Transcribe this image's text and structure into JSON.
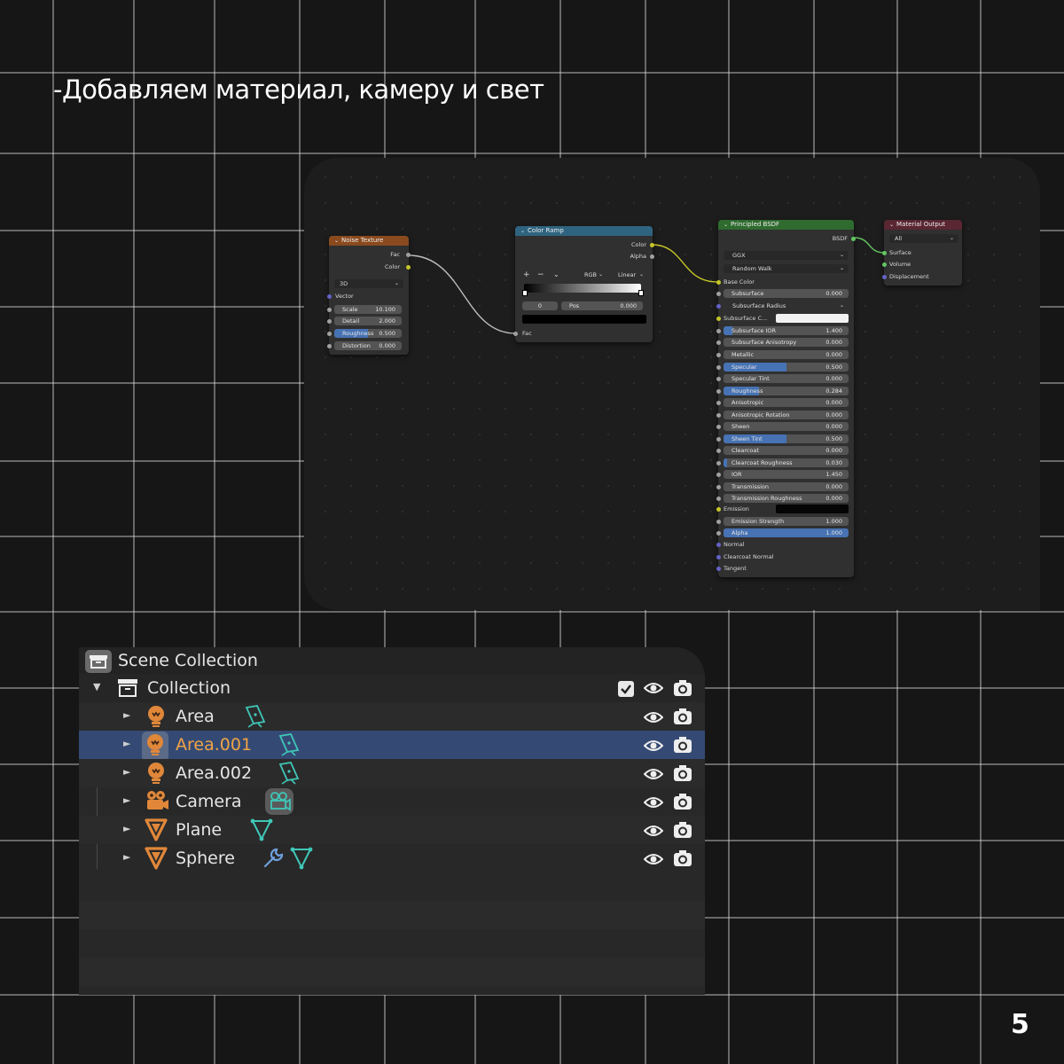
{
  "slide": {
    "title": "-Добавляем материал, камеру и свет",
    "page_number": "5"
  },
  "colors": {
    "background": "#161616",
    "grid_line": "#d8d8d8",
    "noise_header": "#8a4a1e",
    "color_ramp_header": "#2f6480",
    "principled_header": "#2f6b2f",
    "output_header": "#5a2632",
    "selection": "#344a74",
    "active_text": "#f0a345",
    "slider_fill": "#4772b3"
  },
  "noise_texture": {
    "title": "Noise Texture",
    "out_fac": "Fac",
    "out_color": "Color",
    "dimensions": "3D",
    "in_vector": "Vector",
    "scale_label": "Scale",
    "scale_value": "10.100",
    "detail_label": "Detail",
    "detail_value": "2.000",
    "roughness_label": "Roughness",
    "roughness_value": "0.500",
    "distortion_label": "Distortion",
    "distortion_value": "0.000"
  },
  "color_ramp": {
    "title": "Color Ramp",
    "out_color": "Color",
    "out_alpha": "Alpha",
    "add": "+",
    "remove": "−",
    "menu": "⌄",
    "color_mode": "RGB",
    "interpolation": "Linear",
    "index": "0",
    "pos_label": "Pos",
    "pos_value": "0.000",
    "in_fac": "Fac"
  },
  "principled": {
    "title": "Principled BSDF",
    "out_bsdf": "BSDF",
    "distribution": "GGX",
    "subsurface_method": "Random Walk",
    "base_color": "Base Color",
    "subsurface_radius": "Subsurface Radius",
    "subsurface_color": "Subsurface C...",
    "emission": "Emission",
    "normal": "Normal",
    "clearcoat_normal": "Clearcoat Normal",
    "tangent": "Tangent",
    "sliders": [
      {
        "label": "Subsurface",
        "value": "0.000",
        "fill": 0
      },
      {
        "label": "Subsurface IOR",
        "value": "1.400",
        "fill": 0.07
      },
      {
        "label": "Subsurface Anisotropy",
        "value": "0.000",
        "fill": 0
      },
      {
        "label": "Metallic",
        "value": "0.000",
        "fill": 0
      },
      {
        "label": "Specular",
        "value": "0.500",
        "fill": 0.5
      },
      {
        "label": "Specular Tint",
        "value": "0.000",
        "fill": 0
      },
      {
        "label": "Roughness",
        "value": "0.284",
        "fill": 0.284
      },
      {
        "label": "Anisotropic",
        "value": "0.000",
        "fill": 0
      },
      {
        "label": "Anisotropic Rotation",
        "value": "0.000",
        "fill": 0
      },
      {
        "label": "Sheen",
        "value": "0.000",
        "fill": 0
      },
      {
        "label": "Sheen Tint",
        "value": "0.500",
        "fill": 0.5
      },
      {
        "label": "Clearcoat",
        "value": "0.000",
        "fill": 0
      },
      {
        "label": "Clearcoat Roughness",
        "value": "0.030",
        "fill": 0.03
      },
      {
        "label": "IOR",
        "value": "1.450",
        "fill": 0
      },
      {
        "label": "Transmission",
        "value": "0.000",
        "fill": 0
      },
      {
        "label": "Transmission Roughness",
        "value": "0.000",
        "fill": 0
      },
      {
        "label": "Emission Strength",
        "value": "1.000",
        "fill": 0
      },
      {
        "label": "Alpha",
        "value": "1.000",
        "fill": 1
      }
    ]
  },
  "material_output": {
    "title": "Material Output",
    "target": "All",
    "surface": "Surface",
    "volume": "Volume",
    "displacement": "Displacement"
  },
  "outliner": {
    "title": "Scene Collection",
    "collection": "Collection",
    "items": [
      {
        "name": "Area",
        "icon": "light-icon",
        "data_icon": "area-light-data-icon",
        "selected": false
      },
      {
        "name": "Area.001",
        "icon": "light-icon",
        "data_icon": "area-light-data-icon",
        "selected": true
      },
      {
        "name": "Area.002",
        "icon": "light-icon",
        "data_icon": "area-light-data-icon",
        "selected": false
      },
      {
        "name": "Camera",
        "icon": "camera-icon",
        "data_icon": "camera-data-icon",
        "selected": false
      },
      {
        "name": "Plane",
        "icon": "mesh-object-icon",
        "data_icon": "mesh-data-icon",
        "selected": false
      },
      {
        "name": "Sphere",
        "icon": "mesh-object-icon",
        "data_icon": "mesh-data-icon",
        "selected": false
      }
    ]
  }
}
